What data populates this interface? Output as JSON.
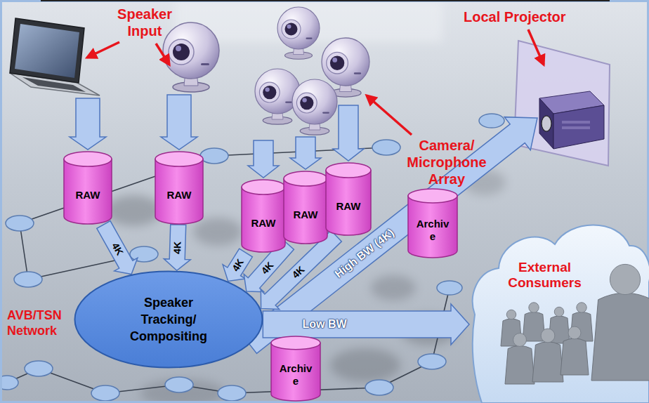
{
  "diagram": {
    "nodes": [
      {
        "text": [
          "RAW"
        ]
      },
      {
        "text": [
          "RAW"
        ]
      },
      {
        "text": [
          "RAW"
        ]
      },
      {
        "text": [
          "RAW"
        ]
      },
      {
        "text": [
          "RAW"
        ]
      },
      {
        "text": [
          "Archiv e"
        ]
      },
      {
        "text": [
          "Speaker Tracking/ Compositing"
        ]
      },
      {
        "text": [
          "Archiv e"
        ]
      },
      {
        "text": [
          "External Consumers"
        ]
      }
    ],
    "edges": [
      {
        "from": 0,
        "to": 6,
        "arrow": "to",
        "label": "4K"
      },
      {
        "from": 1,
        "to": 6,
        "arrow": "to",
        "label": "4K"
      },
      {
        "from": 2,
        "to": 6,
        "arrow": "to",
        "label": "4K"
      },
      {
        "from": 3,
        "to": 6,
        "arrow": "to",
        "label": "4K"
      },
      {
        "from": 4,
        "to": 6,
        "arrow": "to",
        "label": "4K"
      },
      {
        "from": 6,
        "to": 8,
        "arrow": "to",
        "label": "Low BW"
      }
    ],
    "labels": [
      "Speaker Input",
      "Camera/ Microphone Array",
      "Local Projector",
      "AVB/TSN Network",
      "High BW (4K)"
    ]
  }
}
